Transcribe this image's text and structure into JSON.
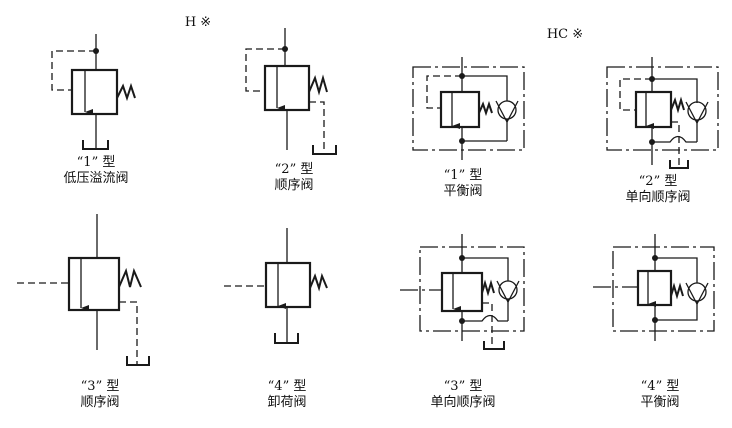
{
  "groups": [
    {
      "title": "H ※"
    },
    {
      "title": "HC ※"
    }
  ],
  "symbols": [
    {
      "type_label": "“1” 型",
      "name": "低压溢流阀"
    },
    {
      "type_label": "“2” 型",
      "name": "顺序阀"
    },
    {
      "type_label": "“3” 型",
      "name": "顺序阀"
    },
    {
      "type_label": "“4” 型",
      "name": "卸荷阀"
    },
    {
      "type_label": "“1” 型",
      "name": "平衡阀"
    },
    {
      "type_label": "“2” 型",
      "name": "单向顺序阀"
    },
    {
      "type_label": "“3” 型",
      "name": "单向顺序阀"
    },
    {
      "type_label": "“4” 型",
      "name": "平衡阀"
    }
  ]
}
